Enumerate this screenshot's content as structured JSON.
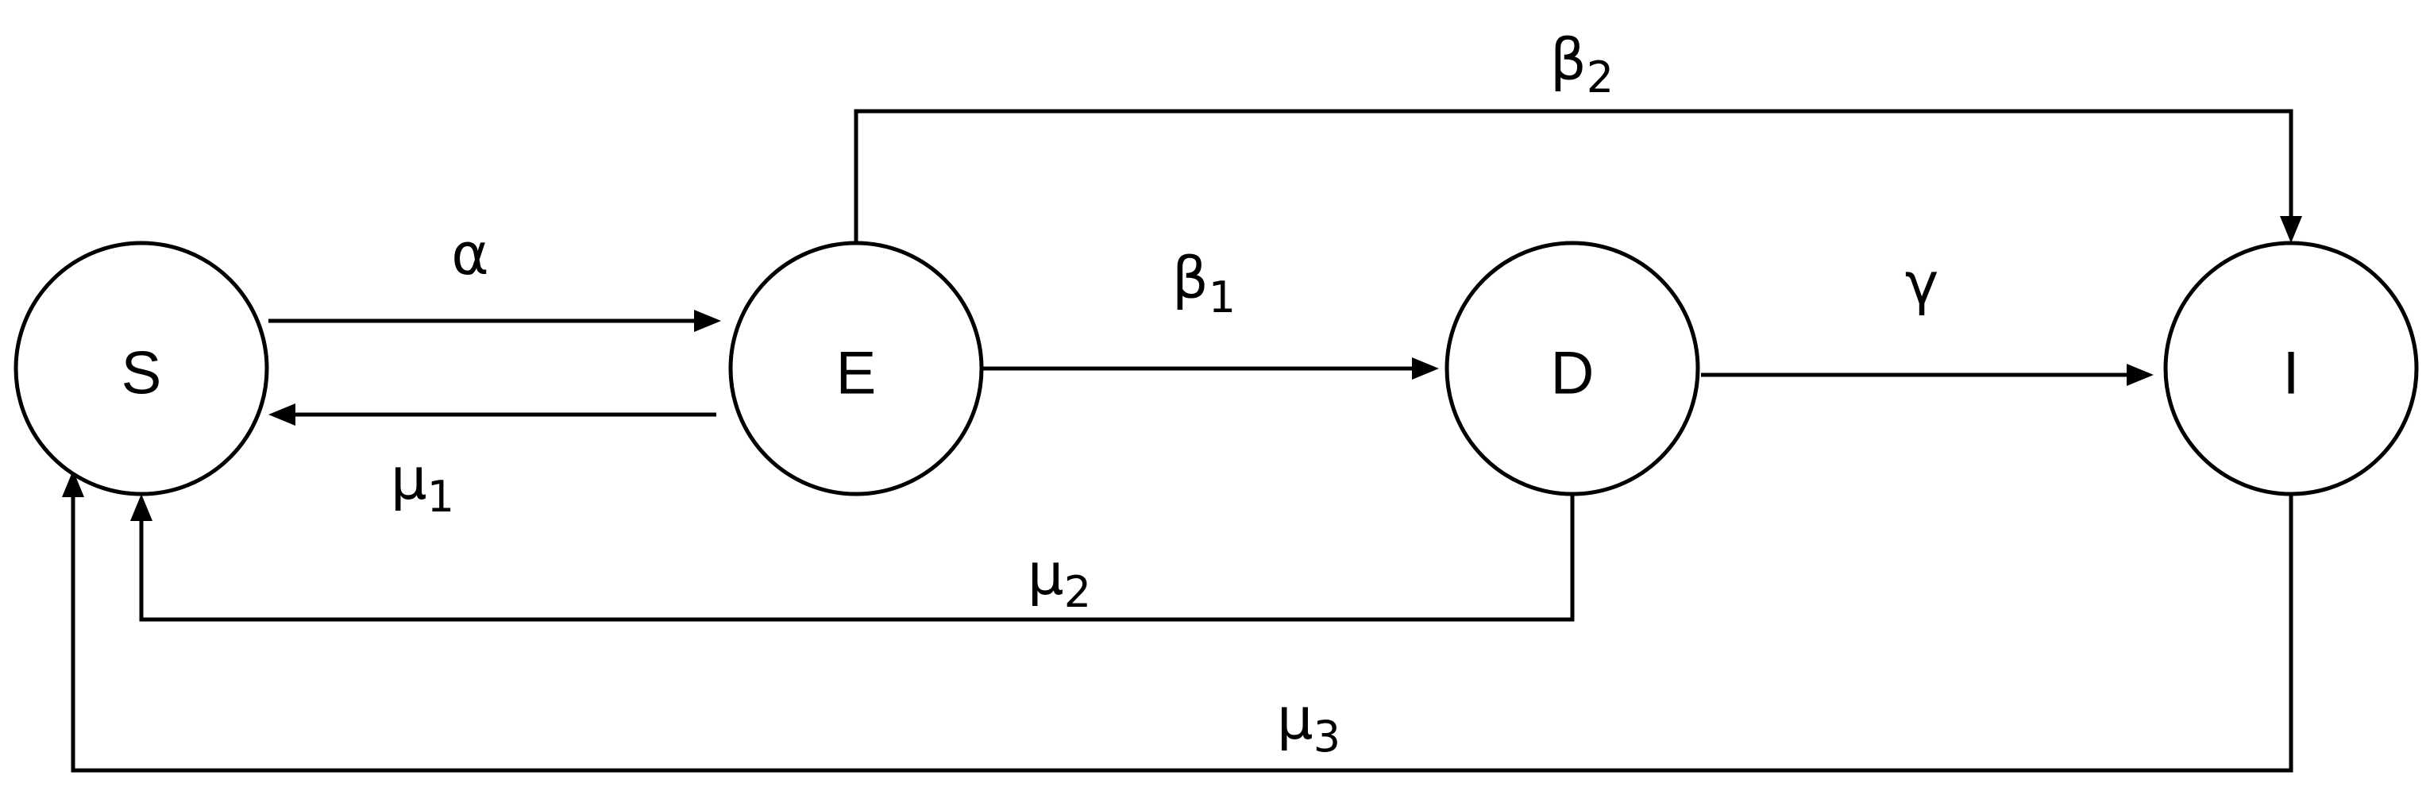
{
  "nodes": {
    "s": {
      "label": "S"
    },
    "e": {
      "label": "E"
    },
    "d": {
      "label": "D"
    },
    "i": {
      "label": "I"
    }
  },
  "rates": {
    "alpha": {
      "symbol": "α",
      "subscript": ""
    },
    "beta1": {
      "symbol": "β",
      "subscript": "1"
    },
    "beta2": {
      "symbol": "β",
      "subscript": "2"
    },
    "gamma": {
      "symbol": "γ",
      "subscript": ""
    },
    "mu1": {
      "symbol": "μ",
      "subscript": "1"
    },
    "mu2": {
      "symbol": "μ",
      "subscript": "2"
    },
    "mu3": {
      "symbol": "μ",
      "subscript": "3"
    }
  },
  "colors": {
    "stroke": "#000000",
    "background": "#ffffff"
  }
}
